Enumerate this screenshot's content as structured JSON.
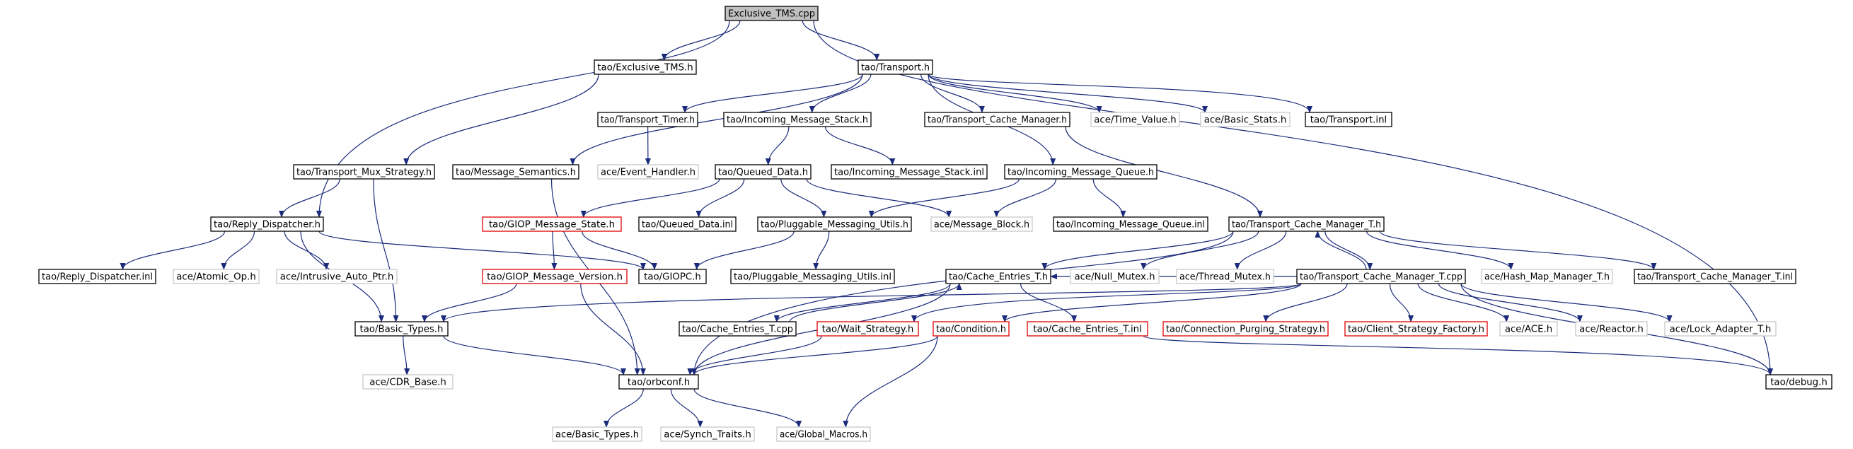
{
  "colors": {
    "edge": "#1b2a7a",
    "root_fill": "#c0c0c0",
    "border_default": "#000000",
    "border_undocumented": "#c8c8c8",
    "border_incomplete": "#e00000"
  },
  "legend_meaning": {
    "black": "documented header",
    "red": "header with truncated graph",
    "gray": "external / undocumented header"
  },
  "nodes": [
    {
      "id": "n0",
      "label": "Exclusive_TMS.cpp",
      "style": "root"
    },
    {
      "id": "n1",
      "label": "tao/Exclusive_TMS.h",
      "style": "black"
    },
    {
      "id": "n2",
      "label": "tao/Transport.h",
      "style": "black"
    },
    {
      "id": "n3",
      "label": "tao/Transport_Timer.h",
      "style": "black"
    },
    {
      "id": "n4",
      "label": "tao/Incoming_Message_Stack.h",
      "style": "black"
    },
    {
      "id": "n5",
      "label": "tao/Transport_Cache_Manager.h",
      "style": "black"
    },
    {
      "id": "n6",
      "label": "ace/Time_Value.h",
      "style": "gray"
    },
    {
      "id": "n7",
      "label": "ace/Basic_Stats.h",
      "style": "gray"
    },
    {
      "id": "n8",
      "label": "tao/Transport.inl",
      "style": "black"
    },
    {
      "id": "n9",
      "label": "tao/Transport_Mux_Strategy.h",
      "style": "black"
    },
    {
      "id": "n10",
      "label": "tao/Message_Semantics.h",
      "style": "black"
    },
    {
      "id": "n11",
      "label": "ace/Event_Handler.h",
      "style": "gray"
    },
    {
      "id": "n12",
      "label": "tao/Queued_Data.h",
      "style": "black"
    },
    {
      "id": "n13",
      "label": "tao/Incoming_Message_Stack.inl",
      "style": "black"
    },
    {
      "id": "n14",
      "label": "tao/Incoming_Message_Queue.h",
      "style": "black"
    },
    {
      "id": "n15",
      "label": "tao/Reply_Dispatcher.h",
      "style": "black"
    },
    {
      "id": "n16",
      "label": "tao/GIOP_Message_State.h",
      "style": "red"
    },
    {
      "id": "n17",
      "label": "tao/Queued_Data.inl",
      "style": "black"
    },
    {
      "id": "n18",
      "label": "tao/Pluggable_Messaging_Utils.h",
      "style": "black"
    },
    {
      "id": "n19",
      "label": "ace/Message_Block.h",
      "style": "gray"
    },
    {
      "id": "n20",
      "label": "tao/Incoming_Message_Queue.inl",
      "style": "black"
    },
    {
      "id": "n21",
      "label": "tao/Transport_Cache_Manager_T.h",
      "style": "black"
    },
    {
      "id": "n22",
      "label": "tao/Reply_Dispatcher.inl",
      "style": "black"
    },
    {
      "id": "n23",
      "label": "ace/Atomic_Op.h",
      "style": "gray"
    },
    {
      "id": "n24",
      "label": "ace/Intrusive_Auto_Ptr.h",
      "style": "gray"
    },
    {
      "id": "n25",
      "label": "tao/GIOP_Message_Version.h",
      "style": "red"
    },
    {
      "id": "n26",
      "label": "tao/GIOPC.h",
      "style": "black"
    },
    {
      "id": "n27",
      "label": "tao/Pluggable_Messaging_Utils.inl",
      "style": "black"
    },
    {
      "id": "n28",
      "label": "tao/Cache_Entries_T.h",
      "style": "black"
    },
    {
      "id": "n29",
      "label": "ace/Null_Mutex.h",
      "style": "gray"
    },
    {
      "id": "n30",
      "label": "ace/Thread_Mutex.h",
      "style": "gray"
    },
    {
      "id": "n31",
      "label": "tao/Transport_Cache_Manager_T.cpp",
      "style": "black"
    },
    {
      "id": "n32",
      "label": "ace/Hash_Map_Manager_T.h",
      "style": "gray"
    },
    {
      "id": "n33",
      "label": "tao/Transport_Cache_Manager_T.inl",
      "style": "black"
    },
    {
      "id": "n34",
      "label": "tao/Basic_Types.h",
      "style": "black"
    },
    {
      "id": "n35",
      "label": "tao/Cache_Entries_T.cpp",
      "style": "black"
    },
    {
      "id": "n36",
      "label": "tao/Wait_Strategy.h",
      "style": "red"
    },
    {
      "id": "n37",
      "label": "tao/Condition.h",
      "style": "red"
    },
    {
      "id": "n38",
      "label": "tao/Cache_Entries_T.inl",
      "style": "red"
    },
    {
      "id": "n39",
      "label": "tao/Connection_Purging_Strategy.h",
      "style": "red"
    },
    {
      "id": "n40",
      "label": "tao/Client_Strategy_Factory.h",
      "style": "red"
    },
    {
      "id": "n41",
      "label": "ace/ACE.h",
      "style": "gray"
    },
    {
      "id": "n42",
      "label": "ace/Reactor.h",
      "style": "gray"
    },
    {
      "id": "n43",
      "label": "ace/Lock_Adapter_T.h",
      "style": "gray"
    },
    {
      "id": "n44",
      "label": "ace/CDR_Base.h",
      "style": "gray"
    },
    {
      "id": "n45",
      "label": "tao/orbconf.h",
      "style": "black"
    },
    {
      "id": "n46",
      "label": "tao/debug.h",
      "style": "black"
    },
    {
      "id": "n47",
      "label": "ace/Basic_Types.h",
      "style": "gray"
    },
    {
      "id": "n48",
      "label": "ace/Synch_Traits.h",
      "style": "gray"
    },
    {
      "id": "n49",
      "label": "ace/Global_Macros.h",
      "style": "gray"
    }
  ],
  "edges": [
    [
      "n0",
      "n1"
    ],
    [
      "n0",
      "n2"
    ],
    [
      "n0",
      "n15"
    ],
    [
      "n0",
      "n46"
    ],
    [
      "n1",
      "n9"
    ],
    [
      "n2",
      "n3"
    ],
    [
      "n2",
      "n4"
    ],
    [
      "n2",
      "n5"
    ],
    [
      "n2",
      "n6"
    ],
    [
      "n2",
      "n7"
    ],
    [
      "n2",
      "n8"
    ],
    [
      "n2",
      "n10"
    ],
    [
      "n2",
      "n14"
    ],
    [
      "n3",
      "n11"
    ],
    [
      "n4",
      "n12"
    ],
    [
      "n4",
      "n13"
    ],
    [
      "n5",
      "n21"
    ],
    [
      "n9",
      "n15"
    ],
    [
      "n9",
      "n34"
    ],
    [
      "n10",
      "n45"
    ],
    [
      "n12",
      "n16"
    ],
    [
      "n12",
      "n17"
    ],
    [
      "n12",
      "n18"
    ],
    [
      "n12",
      "n19"
    ],
    [
      "n14",
      "n18"
    ],
    [
      "n14",
      "n19"
    ],
    [
      "n14",
      "n20"
    ],
    [
      "n15",
      "n22"
    ],
    [
      "n15",
      "n23"
    ],
    [
      "n15",
      "n24"
    ],
    [
      "n15",
      "n26"
    ],
    [
      "n15",
      "n34"
    ],
    [
      "n16",
      "n25"
    ],
    [
      "n16",
      "n26"
    ],
    [
      "n18",
      "n26"
    ],
    [
      "n18",
      "n27"
    ],
    [
      "n21",
      "n28"
    ],
    [
      "n21",
      "n29"
    ],
    [
      "n21",
      "n30"
    ],
    [
      "n21",
      "n31"
    ],
    [
      "n21",
      "n32"
    ],
    [
      "n21",
      "n33"
    ],
    [
      "n21",
      "n45"
    ],
    [
      "n25",
      "n34"
    ],
    [
      "n25",
      "n45"
    ],
    [
      "n28",
      "n35"
    ],
    [
      "n28",
      "n38"
    ],
    [
      "n28",
      "n45"
    ],
    [
      "n31",
      "n21"
    ],
    [
      "n31",
      "n28"
    ],
    [
      "n31",
      "n34"
    ],
    [
      "n31",
      "n36"
    ],
    [
      "n31",
      "n37"
    ],
    [
      "n31",
      "n39"
    ],
    [
      "n31",
      "n40"
    ],
    [
      "n31",
      "n41"
    ],
    [
      "n31",
      "n42"
    ],
    [
      "n31",
      "n43"
    ],
    [
      "n31",
      "n46"
    ],
    [
      "n34",
      "n44"
    ],
    [
      "n34",
      "n45"
    ],
    [
      "n35",
      "n28"
    ],
    [
      "n36",
      "n45"
    ],
    [
      "n37",
      "n45"
    ],
    [
      "n37",
      "n49"
    ],
    [
      "n38",
      "n46"
    ],
    [
      "n45",
      "n47"
    ],
    [
      "n45",
      "n48"
    ],
    [
      "n45",
      "n49"
    ]
  ]
}
